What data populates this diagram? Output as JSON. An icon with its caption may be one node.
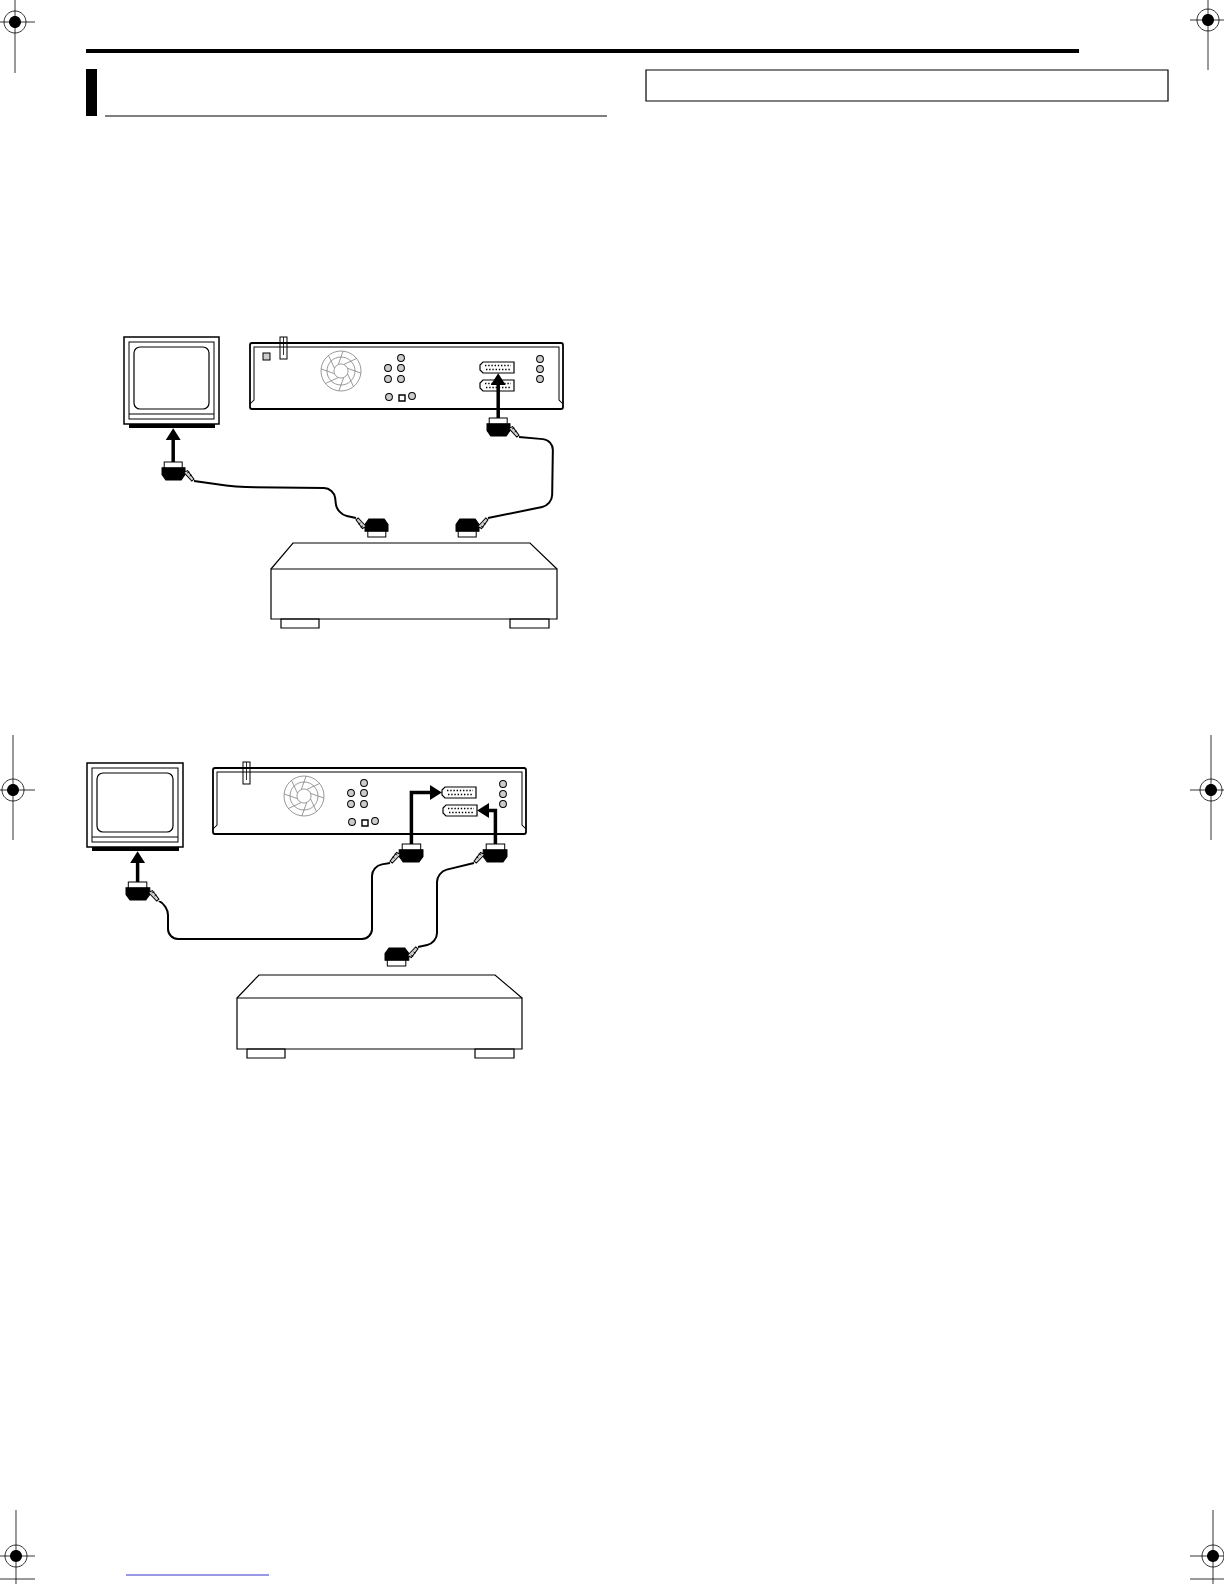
{
  "diagram": {
    "nodes": [
      {
        "text": [],
        "shape": "picture"
      },
      {
        "text": [],
        "shape": "picture"
      },
      {
        "text": [],
        "shape": "socket",
        "in": 1
      },
      {
        "text": [],
        "shape": "socket",
        "in": 1
      },
      {
        "text": [],
        "shape": "plug"
      },
      {
        "text": [],
        "shape": "plug"
      },
      {
        "text": [],
        "shape": "plug"
      },
      {
        "text": [],
        "shape": "plug"
      },
      {
        "text": [],
        "shape": "box"
      },
      {
        "text": [],
        "shape": "picture"
      },
      {
        "text": [],
        "shape": "picture"
      },
      {
        "text": [],
        "shape": "socket",
        "in": 10
      },
      {
        "text": [],
        "shape": "socket",
        "in": 10
      },
      {
        "text": [],
        "shape": "plug"
      },
      {
        "text": [],
        "shape": "plug"
      },
      {
        "text": [],
        "shape": "plug"
      },
      {
        "text": [],
        "shape": "plug"
      },
      {
        "text": [],
        "shape": "box"
      }
    ],
    "edges": [
      {
        "from": 5,
        "to": 0,
        "arrow": "to"
      },
      {
        "from": 5,
        "to": 6,
        "arrow": "none"
      },
      {
        "from": 7,
        "to": 4,
        "arrow": "none"
      },
      {
        "from": 4,
        "to": 2,
        "arrow": "to"
      },
      {
        "from": 15,
        "to": 9,
        "arrow": "to"
      },
      {
        "from": 15,
        "to": 13,
        "arrow": "none"
      },
      {
        "from": 13,
        "to": 11,
        "arrow": "to"
      },
      {
        "from": 14,
        "to": 12,
        "arrow": "to"
      },
      {
        "from": 14,
        "to": 16,
        "arrow": "none"
      }
    ]
  }
}
